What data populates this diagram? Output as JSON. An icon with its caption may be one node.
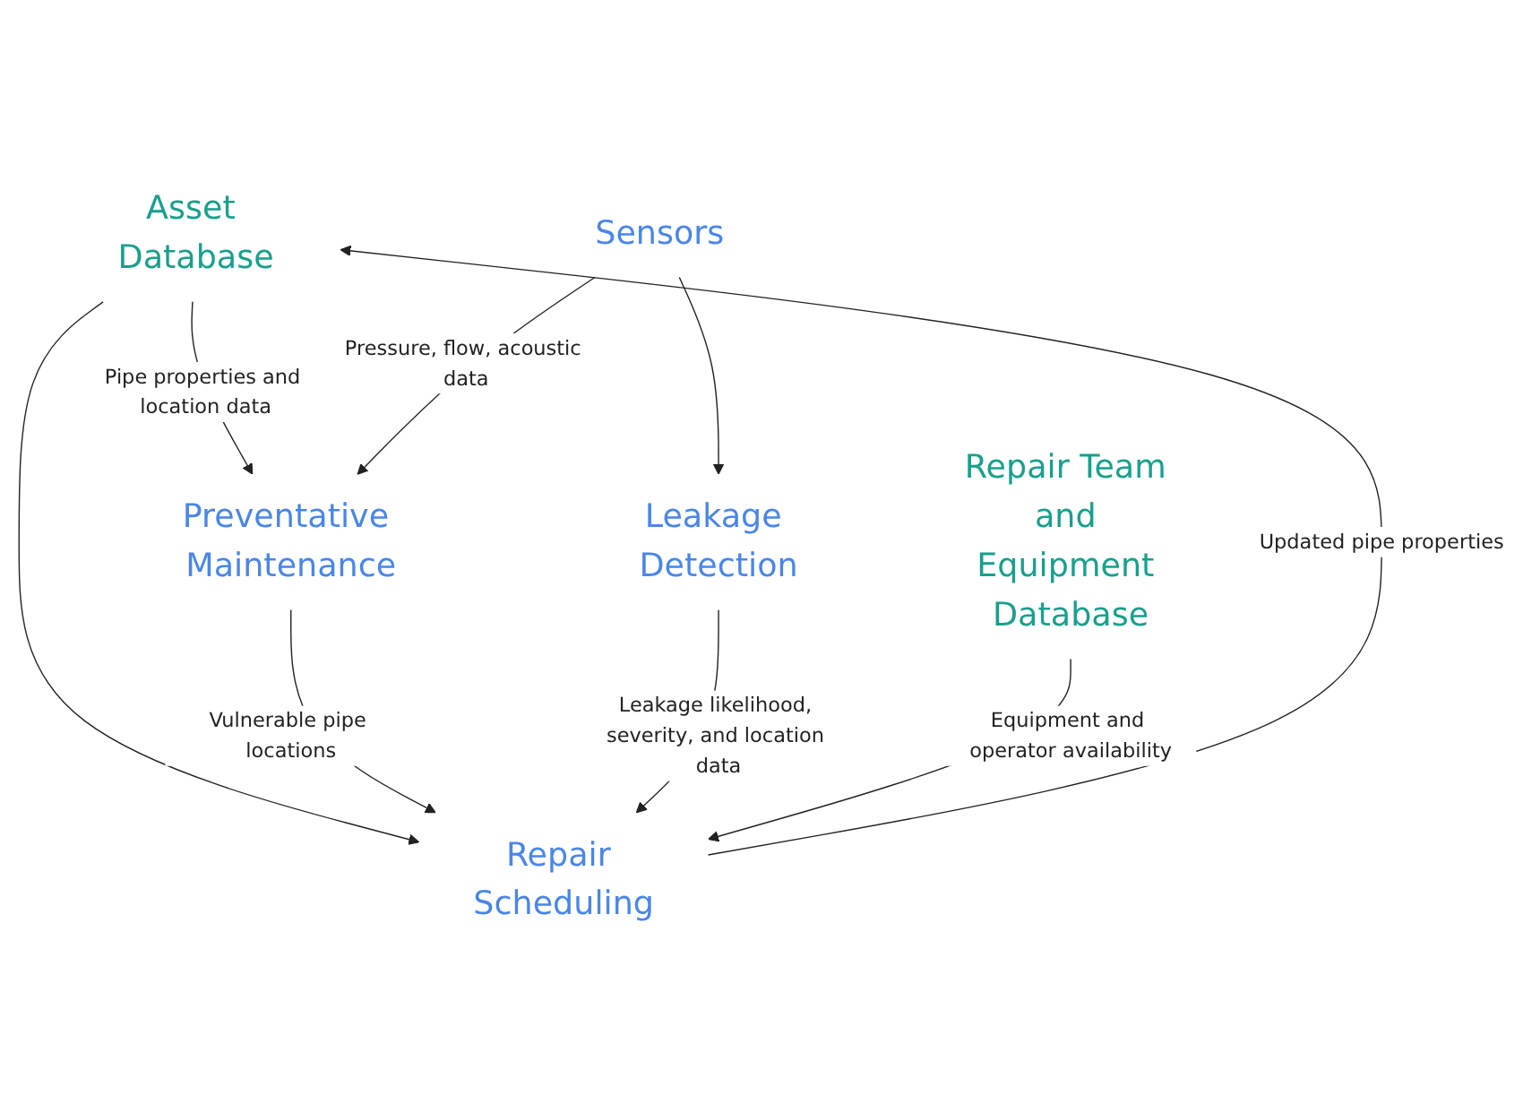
{
  "diagram": {
    "nodes": [
      {
        "text": [
          "Asset Database"
        ]
      },
      {
        "text": [
          "Sensors"
        ]
      },
      {
        "text": [
          "Preventative Maintenance"
        ]
      },
      {
        "text": [
          "Leakage Detection"
        ]
      },
      {
        "text": [
          "Repair Scheduling"
        ]
      },
      {
        "text": [
          "Repair Team and Equipment Database"
        ]
      }
    ],
    "edges": [
      {
        "from": 0,
        "to": 2,
        "arrow": "to",
        "label": "Pipe properties and location data"
      },
      {
        "from": 0,
        "to": 4,
        "arrow": "to"
      },
      {
        "from": 1,
        "to": 2,
        "arrow": "to",
        "label": "Pressure, flow, acoustic data"
      },
      {
        "from": 1,
        "to": 3,
        "arrow": "to"
      },
      {
        "from": 2,
        "to": 4,
        "arrow": "to",
        "label": "Vulnerable pipe locations"
      },
      {
        "from": 3,
        "to": 4,
        "arrow": "to",
        "label": "Leakage likelihood, severity, and location data"
      },
      {
        "from": 4,
        "to": 0,
        "arrow": "to",
        "label": "Updated pipe properties"
      },
      {
        "from": 5,
        "to": 4,
        "arrow": "to",
        "label": "Equipment and operator availability"
      }
    ]
  }
}
